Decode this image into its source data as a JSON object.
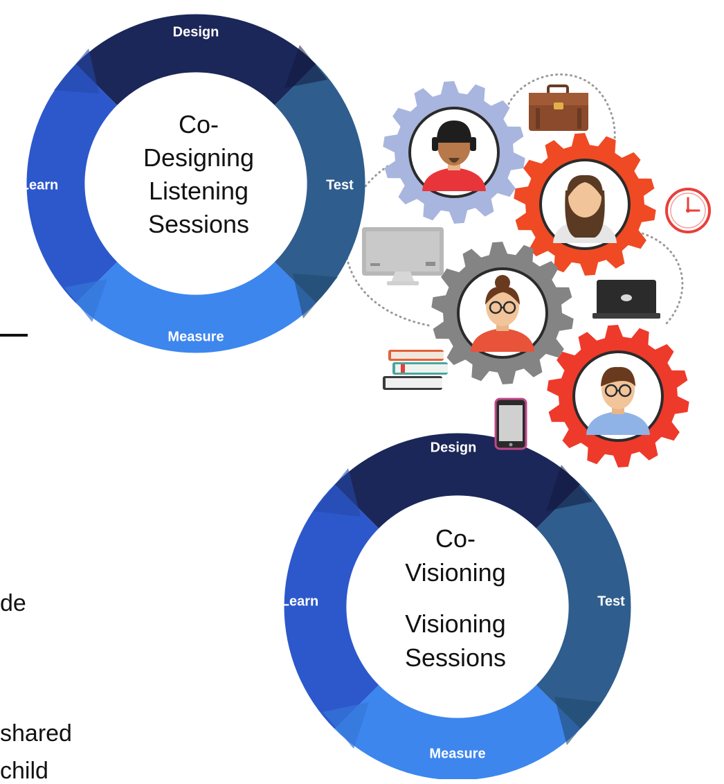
{
  "cycles": [
    {
      "id": "top",
      "segments": {
        "design": "Design",
        "test": "Test",
        "measure": "Measure",
        "learn": "Learn"
      },
      "center_lines": [
        "Co-",
        "Designing",
        "Listening",
        "Sessions"
      ]
    },
    {
      "id": "bottom",
      "segments": {
        "design": "Design",
        "test": "Test",
        "measure": "Measure",
        "learn": "Learn"
      },
      "center_lines": [
        "Co-",
        "Visioning",
        "Visioning",
        "Sessions"
      ]
    }
  ],
  "side_text": [
    "de",
    "shared",
    "child"
  ],
  "colors": {
    "design": "#1b2758",
    "test": "#2f5d8d",
    "measure": "#3d86ee",
    "learn": "#2d58cc",
    "gear_blue": "#a8b5df",
    "gear_red": "#ee3a2b",
    "gear_orange": "#ef4a24",
    "gear_gray": "#848484"
  },
  "icons": [
    "briefcase-icon",
    "clock-icon",
    "monitor-icon",
    "laptop-icon",
    "books-icon",
    "phone-icon"
  ]
}
